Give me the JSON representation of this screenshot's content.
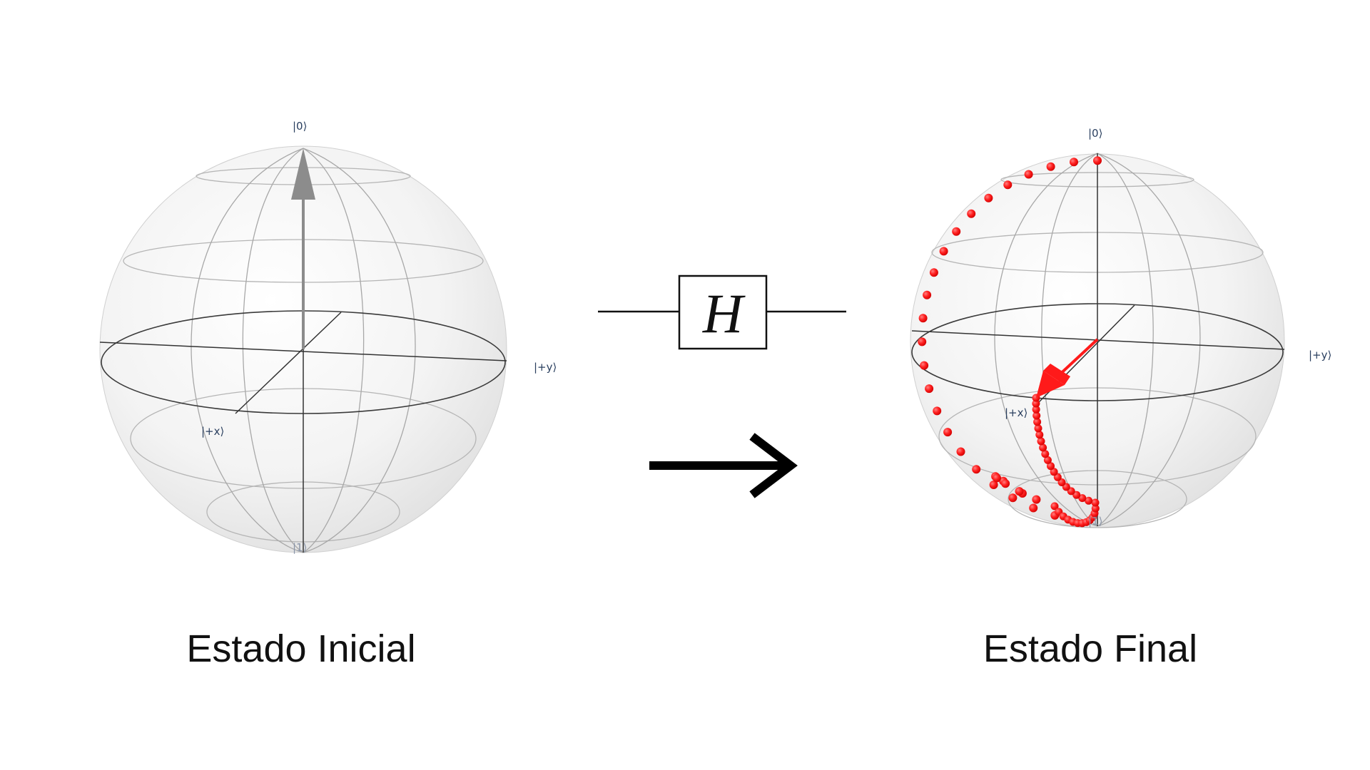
{
  "initial_state": {
    "caption": "Estado Inicial",
    "labels": {
      "zero": "|0⟩",
      "one": "|1⟩",
      "plus_x": "|+x⟩",
      "plus_y": "|+y⟩"
    },
    "vector_color": "#8c8c8c"
  },
  "gate": {
    "letter": "H"
  },
  "final_state": {
    "caption": "Estado Final",
    "labels": {
      "zero": "|0⟩",
      "one": "|1⟩",
      "plus_x": "|+x⟩",
      "plus_y": "|+y⟩"
    },
    "vector_color": "#ff1a1a",
    "trajectory_color": "#ff2a2a"
  },
  "colors": {
    "sphere_fill": "#e9e9e9",
    "grid_line": "#9a9a9a",
    "equator": "#444444",
    "arrow": "#000000"
  }
}
